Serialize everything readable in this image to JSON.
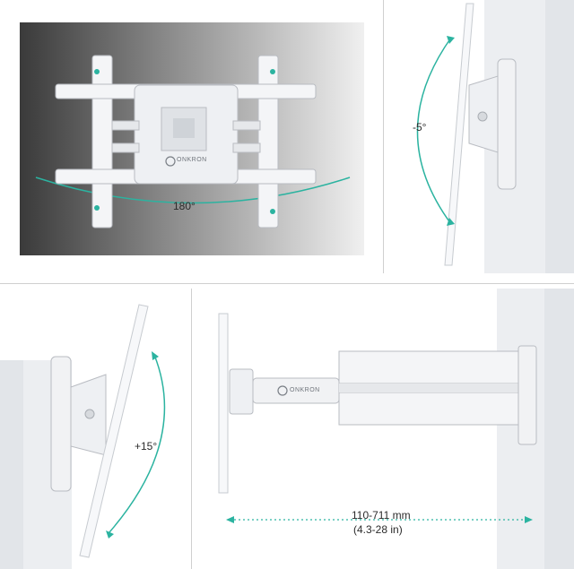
{
  "brand": "ONKRON",
  "panels": {
    "rotation": {
      "angle_label": "180°"
    },
    "tilt_down": {
      "angle_label": "-5°"
    },
    "tilt_up": {
      "angle_label": "+15°"
    },
    "extension": {
      "range_metric": "110-711 mm",
      "range_imperial": "(4.3-28 in)"
    }
  },
  "colors": {
    "accent": "#2bb3a0",
    "mount": "#f4f5f7",
    "mount_shadow": "#b9bcc2",
    "wall": "#eceef1"
  }
}
